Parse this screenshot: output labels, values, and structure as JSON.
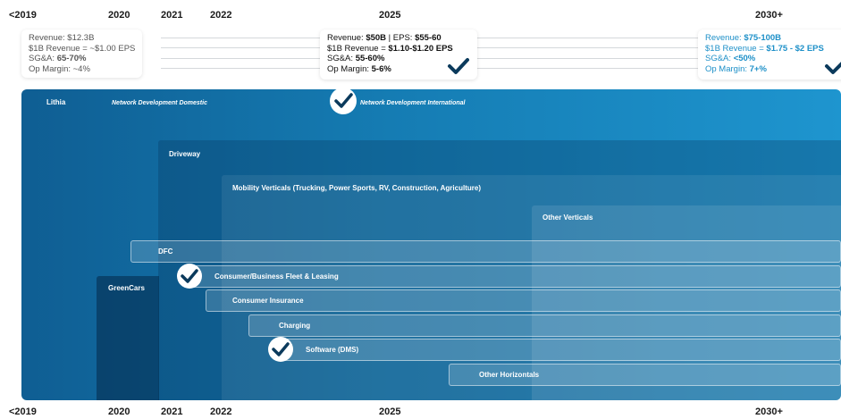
{
  "years_top": [
    "<2019",
    "2020",
    "2021",
    "2022",
    "2025",
    "2030+"
  ],
  "years_bottom": [
    "<2019",
    "2020",
    "2021",
    "2022",
    "2025",
    "2030+"
  ],
  "cards": {
    "left": {
      "line1": "Revenue: $12.3B",
      "line2": "$1B Revenue = ~$1.00 EPS",
      "line3_label": "SG&A: ",
      "line3_value": "65-70%",
      "line4": "Op Margin: ~4%"
    },
    "mid": {
      "line1_label": "Revenue: ",
      "line1_value": "$50B",
      "line1_sep": " | EPS: ",
      "line1_value2": "$55-60",
      "line2_label": "$1B Revenue = ",
      "line2_value": "$1.10-$1.20 EPS",
      "line3_label": "SG&A: ",
      "line3_value": "55-60%",
      "line4_label": "Op Margin: ",
      "line4_value": "5-6%"
    },
    "right": {
      "line1_label": "Revenue: ",
      "line1_value": "$75-100B",
      "line2_label": "$1B Revenue = ",
      "line2_value": "$1.75 - $2 EPS",
      "line3_label": "SG&A: ",
      "line3_value": "<50%",
      "line4_label": "Op Margin: ",
      "line4_value": "7+%"
    }
  },
  "segments": {
    "lithia": "Lithia",
    "network_domestic": "Network Development Domestic",
    "network_international": "Network Development International",
    "driveway": "Driveway",
    "mobility": "Mobility Verticals (Trucking, Power Sports, RV, Construction, Agriculture)",
    "other_verticals": "Other Verticals",
    "greencars": "GreenCars",
    "dfc": "DFC",
    "fleet": "Consumer/Business Fleet & Leasing",
    "insurance": "Consumer Insurance",
    "charging": "Charging",
    "software": "Software (DMS)",
    "other_horizontals": "Other Horizontals"
  },
  "colors": {
    "primary_blue": "#157cb3",
    "dark_blue": "#0b4a78",
    "accent_blue": "#1e90c8",
    "check": "#0b3a5c"
  }
}
